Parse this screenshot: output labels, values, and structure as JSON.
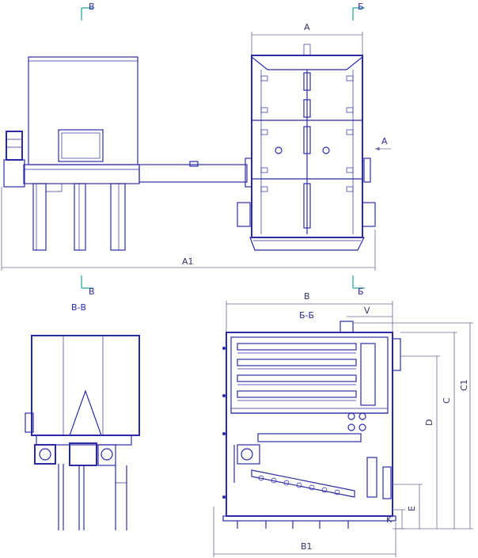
{
  "views": {
    "side": {
      "section_mark_left": "В",
      "section_mark_right": "Б",
      "view_arrow": "A",
      "dim_width": "A",
      "dim_overall": "A1"
    },
    "section_vv": {
      "title": "В-В",
      "mark": "В"
    },
    "section_bb": {
      "title": "Б-Б",
      "mark": "Б",
      "dim_top": "B",
      "dim_flue": "V",
      "dim_bottom": "B1",
      "dim_c1": "C1",
      "dim_c": "C",
      "dim_d": "D",
      "dim_e": "E",
      "dim_k": "K"
    }
  },
  "colors": {
    "drawing_lines": "#2b2ba8",
    "cut_marks": "#1aa0a0",
    "dimension_lines": "#6b6b9a"
  }
}
